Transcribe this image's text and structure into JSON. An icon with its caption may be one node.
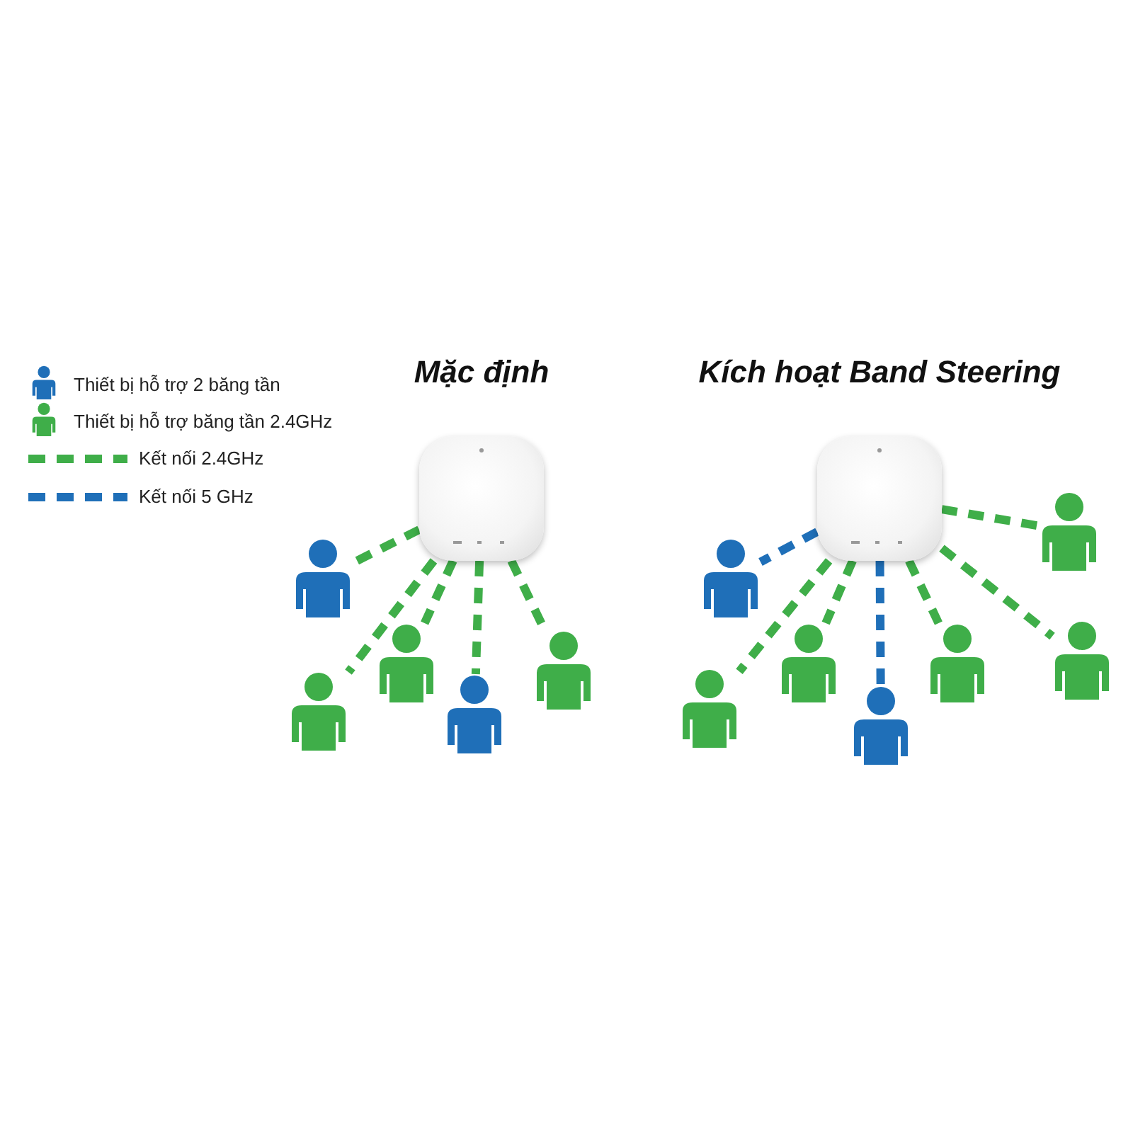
{
  "diagram": {
    "nodes": [
      {
        "text": [],
        "shape": "picture"
      },
      {
        "text": [],
        "shape": "person"
      },
      {
        "text": [],
        "shape": "person"
      },
      {
        "text": [],
        "shape": "person"
      },
      {
        "text": [],
        "shape": "person"
      },
      {
        "text": [],
        "shape": "person"
      },
      {
        "text": [],
        "shape": "picture"
      },
      {
        "text": [],
        "shape": "person"
      },
      {
        "text": [],
        "shape": "person"
      },
      {
        "text": [],
        "shape": "person"
      },
      {
        "text": [],
        "shape": "person"
      },
      {
        "text": [],
        "shape": "person"
      },
      {
        "text": [],
        "shape": "person"
      },
      {
        "text": [],
        "shape": "person"
      }
    ],
    "edges": [
      {
        "from": 0,
        "to": 1,
        "arrow": "none",
        "style": "dashed"
      },
      {
        "from": 0,
        "to": 2,
        "arrow": "none",
        "style": "dashed"
      },
      {
        "from": 0,
        "to": 3,
        "arrow": "none",
        "style": "dashed"
      },
      {
        "from": 0,
        "to": 4,
        "arrow": "none",
        "style": "dashed"
      },
      {
        "from": 0,
        "to": 5,
        "arrow": "none",
        "style": "dashed"
      },
      {
        "from": 6,
        "to": 7,
        "arrow": "none",
        "style": "dashed",
        "color": "#1f6fb8"
      },
      {
        "from": 6,
        "to": 8,
        "arrow": "none",
        "style": "dashed"
      },
      {
        "from": 6,
        "to": 9,
        "arrow": "none",
        "style": "dashed"
      },
      {
        "from": 6,
        "to": 10,
        "arrow": "none",
        "style": "dashed",
        "color": "#1f6fb8"
      },
      {
        "from": 6,
        "to": 11,
        "arrow": "none",
        "style": "dashed"
      },
      {
        "from": 6,
        "to": 12,
        "arrow": "none",
        "style": "dashed"
      },
      {
        "from": 6,
        "to": 13,
        "arrow": "none",
        "style": "dashed"
      }
    ],
    "labels": [
      "Mặc định",
      "Kích hoạt Band Steering"
    ],
    "legend": [
      {
        "text": "Thiết bị hỗ trợ 2 băng tần"
      },
      {
        "text": "Thiết bị hỗ trợ băng tần 2.4GHz"
      },
      {
        "text": "Kết nối 2.4GHz"
      },
      {
        "text": "Kết nối 5 GHz"
      }
    ]
  }
}
